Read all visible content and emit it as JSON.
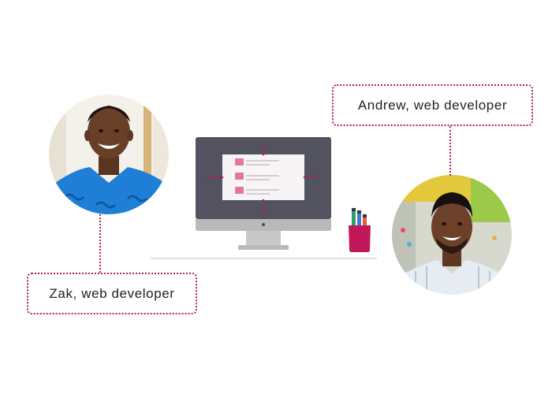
{
  "people": [
    {
      "name_label": "Zak, web developer"
    },
    {
      "name_label": "Andrew, web developer"
    }
  ],
  "colors": {
    "accent": "#b41e5a",
    "monitor_frame": "#525260",
    "monitor_stand": "#b9b9b9",
    "screen_panel": "#f7f4f6",
    "list_item": "#e0799f",
    "pen_cup": "#c2185b"
  },
  "icons": [
    "monitor-icon",
    "pen-cup-icon",
    "avatar-photo"
  ]
}
